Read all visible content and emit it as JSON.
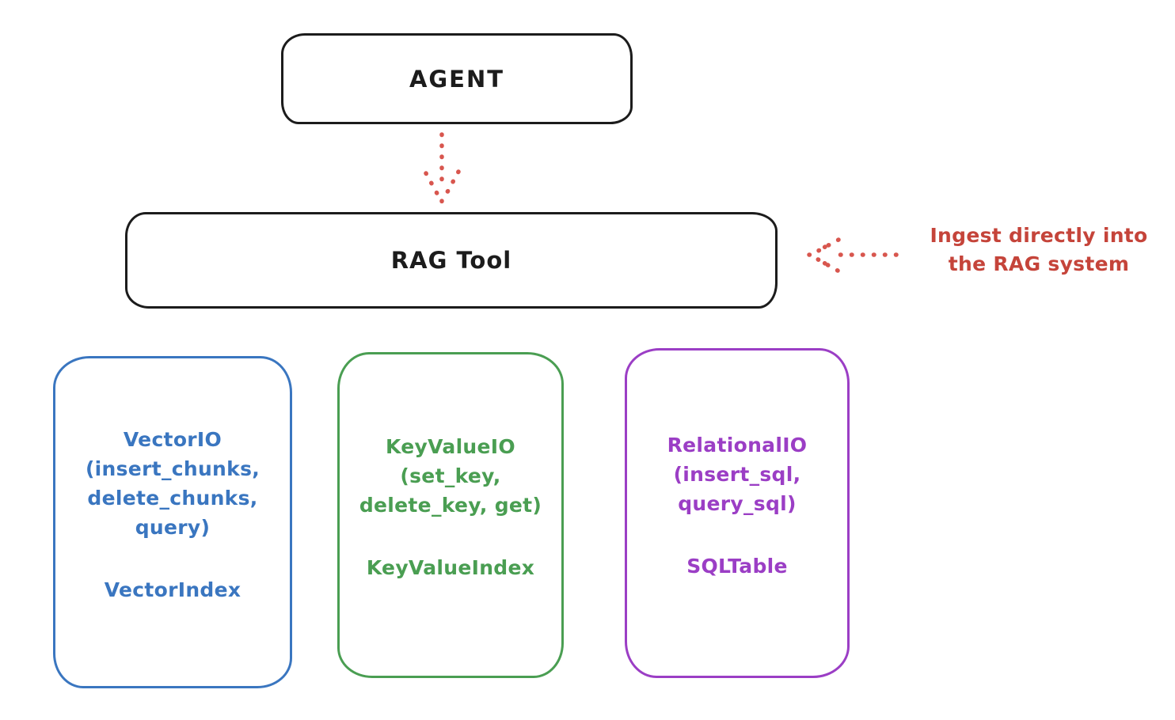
{
  "nodes": {
    "agent": {
      "label": "AGENT"
    },
    "rag_tool": {
      "label": "RAG Tool"
    },
    "vector": {
      "io_lines": [
        "VectorIO",
        "(insert_chunks,",
        "delete_chunks,",
        "query)"
      ],
      "index_label": "VectorIndex",
      "color": "#3a76c0"
    },
    "key_value": {
      "io_lines": [
        "KeyValueIO",
        "(set_key,",
        "delete_key, get)"
      ],
      "index_label": "KeyValueIndex",
      "color": "#4a9e52"
    },
    "relational": {
      "io_lines": [
        "RelationalIO",
        "(insert_sql,",
        "query_sql)"
      ],
      "index_label": "SQLTable",
      "color": "#9b3ec5"
    }
  },
  "annotation": {
    "line1": "Ingest directly into",
    "line2": "the RAG system",
    "text_color": "#c5443a"
  },
  "colors": {
    "outline_black": "#1c1c1c",
    "arrow_red": "#d8564e",
    "background": "#ffffff"
  }
}
